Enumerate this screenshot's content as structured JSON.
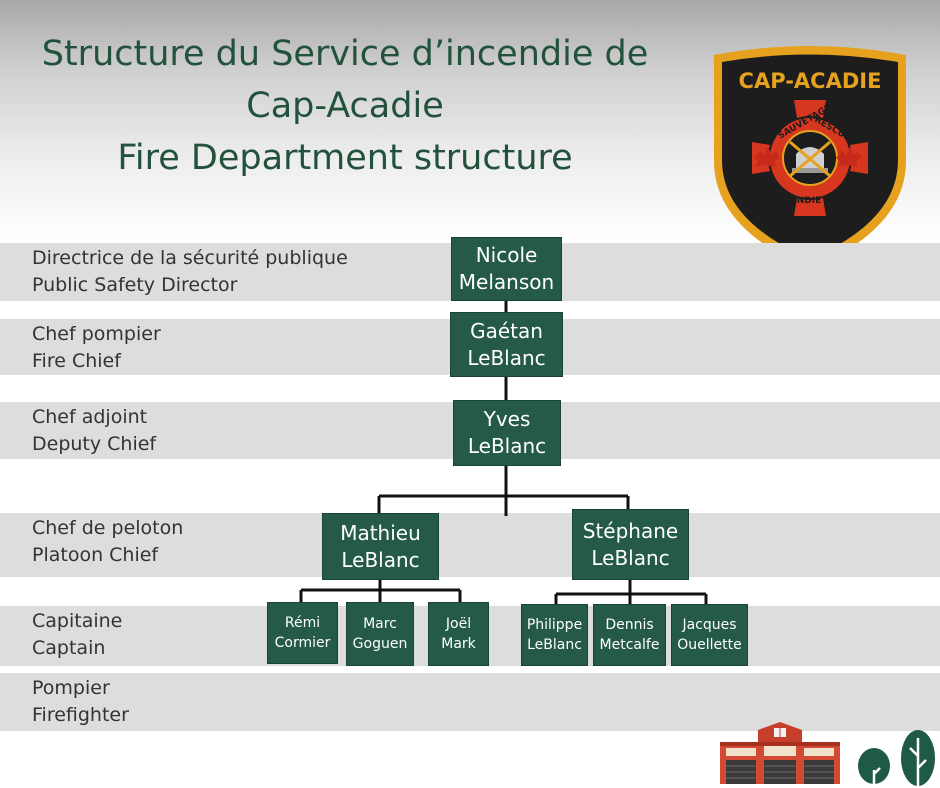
{
  "title": {
    "line1": "Structure du Service d’incendie de",
    "line2": "Cap-Acadie",
    "line3": "Fire Department structure"
  },
  "badge": {
    "name": "CAP-ACADIE",
    "ring_text_left": "SAUVETAGE",
    "ring_text_right": "RESCUE",
    "ring_text_bottom": "INCENDIE FIRE"
  },
  "levels": [
    {
      "fr": "Directrice de la sécurité publique",
      "en": "Public Safety Director"
    },
    {
      "fr": "Chef pompier",
      "en": "Fire Chief"
    },
    {
      "fr": "Chef adjoint",
      "en": "Deputy Chief"
    },
    {
      "fr": "Chef de peloton",
      "en": "Platoon Chief"
    },
    {
      "fr": "Capitaine",
      "en": "Captain"
    },
    {
      "fr": "Pompier",
      "en": "Firefighter"
    }
  ],
  "people": {
    "director": {
      "first": "Nicole",
      "last": "Melanson"
    },
    "chief": {
      "first": "Gaétan",
      "last": "LeBlanc"
    },
    "deputy": {
      "first": "Yves",
      "last": "LeBlanc"
    },
    "platoon_left": {
      "first": "Mathieu",
      "last": "LeBlanc"
    },
    "platoon_right": {
      "first": "Stéphane",
      "last": "LeBlanc"
    },
    "captains_left": [
      {
        "first": "Rémi",
        "last": "Cormier"
      },
      {
        "first": "Marc",
        "last": "Goguen"
      },
      {
        "first": "Joël",
        "last": "Mark"
      }
    ],
    "captains_right": [
      {
        "first": "Philippe",
        "last": "LeBlanc"
      },
      {
        "first": "Dennis",
        "last": "Metcalfe"
      },
      {
        "first": "Jacques",
        "last": "Ouellette"
      }
    ]
  },
  "colors": {
    "node_fill": "#245a47",
    "title_text": "#22523c",
    "band_fill": "#dddddd",
    "badge_gold": "#e6a21e",
    "badge_red": "#d7361f",
    "station_red": "#d24a33"
  },
  "icons": [
    "fire-department-badge-icon",
    "fire-station-icon",
    "tree-icon"
  ]
}
